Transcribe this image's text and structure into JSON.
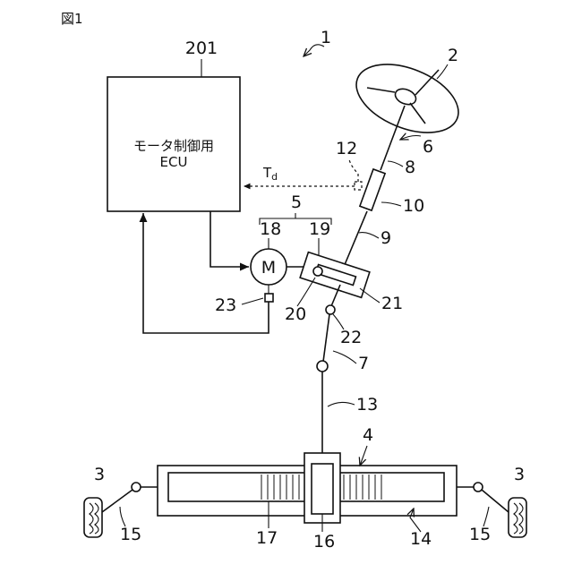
{
  "figure": {
    "title": "図1",
    "system_ref": "1",
    "ecu": {
      "ref": "201",
      "line1": "モータ制御用",
      "line2": "ECU"
    },
    "signal_label": "T",
    "signal_sub": "d",
    "motor_symbol": "M",
    "labels": {
      "steering_wheel": "2",
      "steering_shaft": "6",
      "input_shaft": "8",
      "torque_sensor": "12",
      "torsion_bar": "10",
      "output_shaft": "9",
      "assist_mechanism": "5",
      "motor": "18",
      "worm": "19",
      "worm_wheel": "21",
      "worm_shaft_gear": "20",
      "joint_lower": "22",
      "intermediate_shaft": "7",
      "pinion_shaft": "13",
      "rack_pinion": "4",
      "rotation_sensor": "23",
      "rack_shaft": "14",
      "rack": "17",
      "pinion": "16",
      "wheel_left": "3",
      "wheel_right": "3",
      "tie_rod_left": "15",
      "tie_rod_right": "15"
    }
  }
}
